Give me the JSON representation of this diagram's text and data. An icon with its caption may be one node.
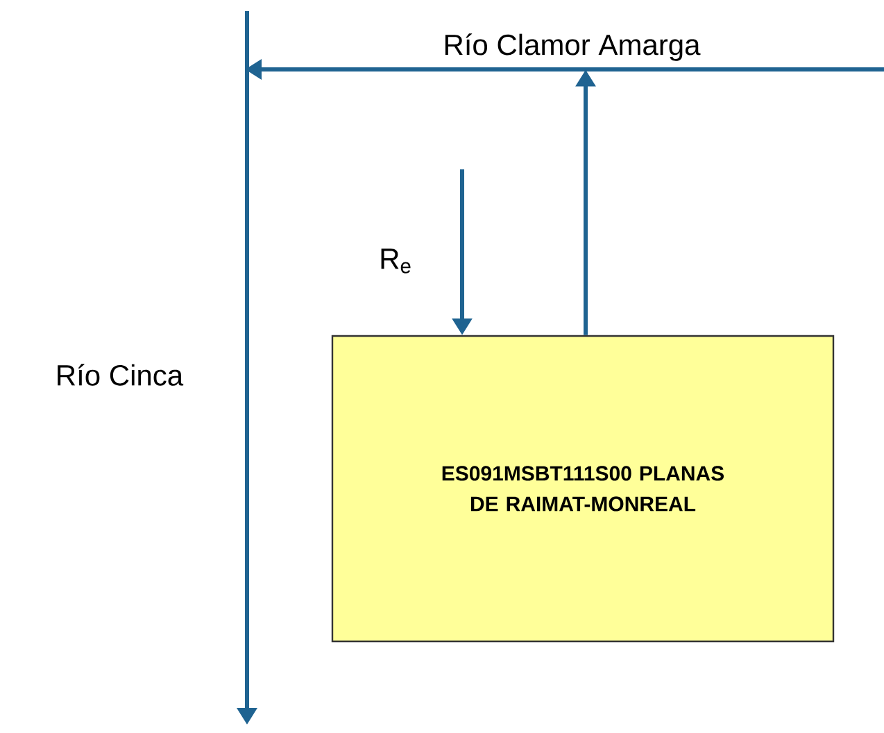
{
  "diagram": {
    "nodes": [
      {
        "text": [
          "Río Clamor Amarga"
        ]
      },
      {
        "text": [
          "Río Cinca"
        ]
      },
      {
        "text": [
          "ES091MSBT111S00 PLANAS DE RAIMAT-MONREAL"
        ]
      }
    ],
    "edges": [
      {
        "from": 2,
        "to": 0,
        "arrow": "to"
      },
      {
        "from": null,
        "to": 2,
        "arrow": "to",
        "label": "R$_{e}$"
      }
    ]
  }
}
